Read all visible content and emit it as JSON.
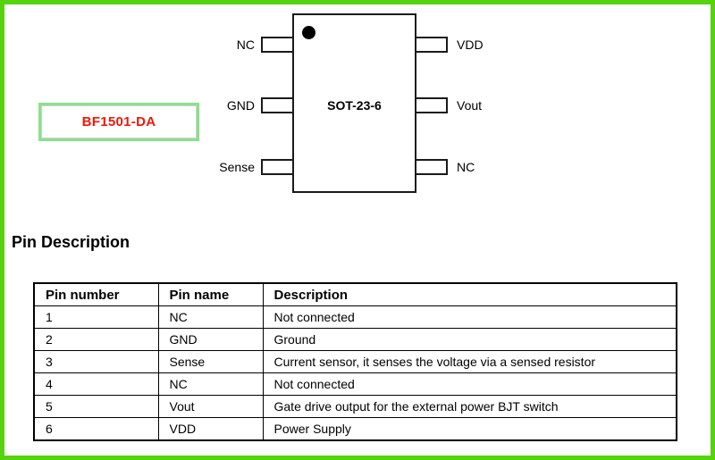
{
  "colors": {
    "page_border": "#55d40e",
    "box_border": "#8ce08c",
    "part_red": "#f21507"
  },
  "part_box": {
    "label": "BF1501-DA"
  },
  "package": {
    "name": "SOT-23-6",
    "left_pins": [
      "NC",
      "GND",
      "Sense"
    ],
    "right_pins": [
      "VDD",
      "Vout",
      "NC"
    ]
  },
  "section": {
    "title": "Pin Description"
  },
  "pin_table": {
    "headers": [
      "Pin number",
      "Pin name",
      "Description"
    ],
    "rows": [
      [
        "1",
        "NC",
        "Not connected"
      ],
      [
        "2",
        "GND",
        "Ground"
      ],
      [
        "3",
        "Sense",
        "Current sensor, it senses the voltage via a sensed resistor"
      ],
      [
        "4",
        "NC",
        "Not connected"
      ],
      [
        "5",
        "Vout",
        "Gate drive output for the external power BJT switch"
      ],
      [
        "6",
        "VDD",
        "Power Supply"
      ]
    ]
  }
}
